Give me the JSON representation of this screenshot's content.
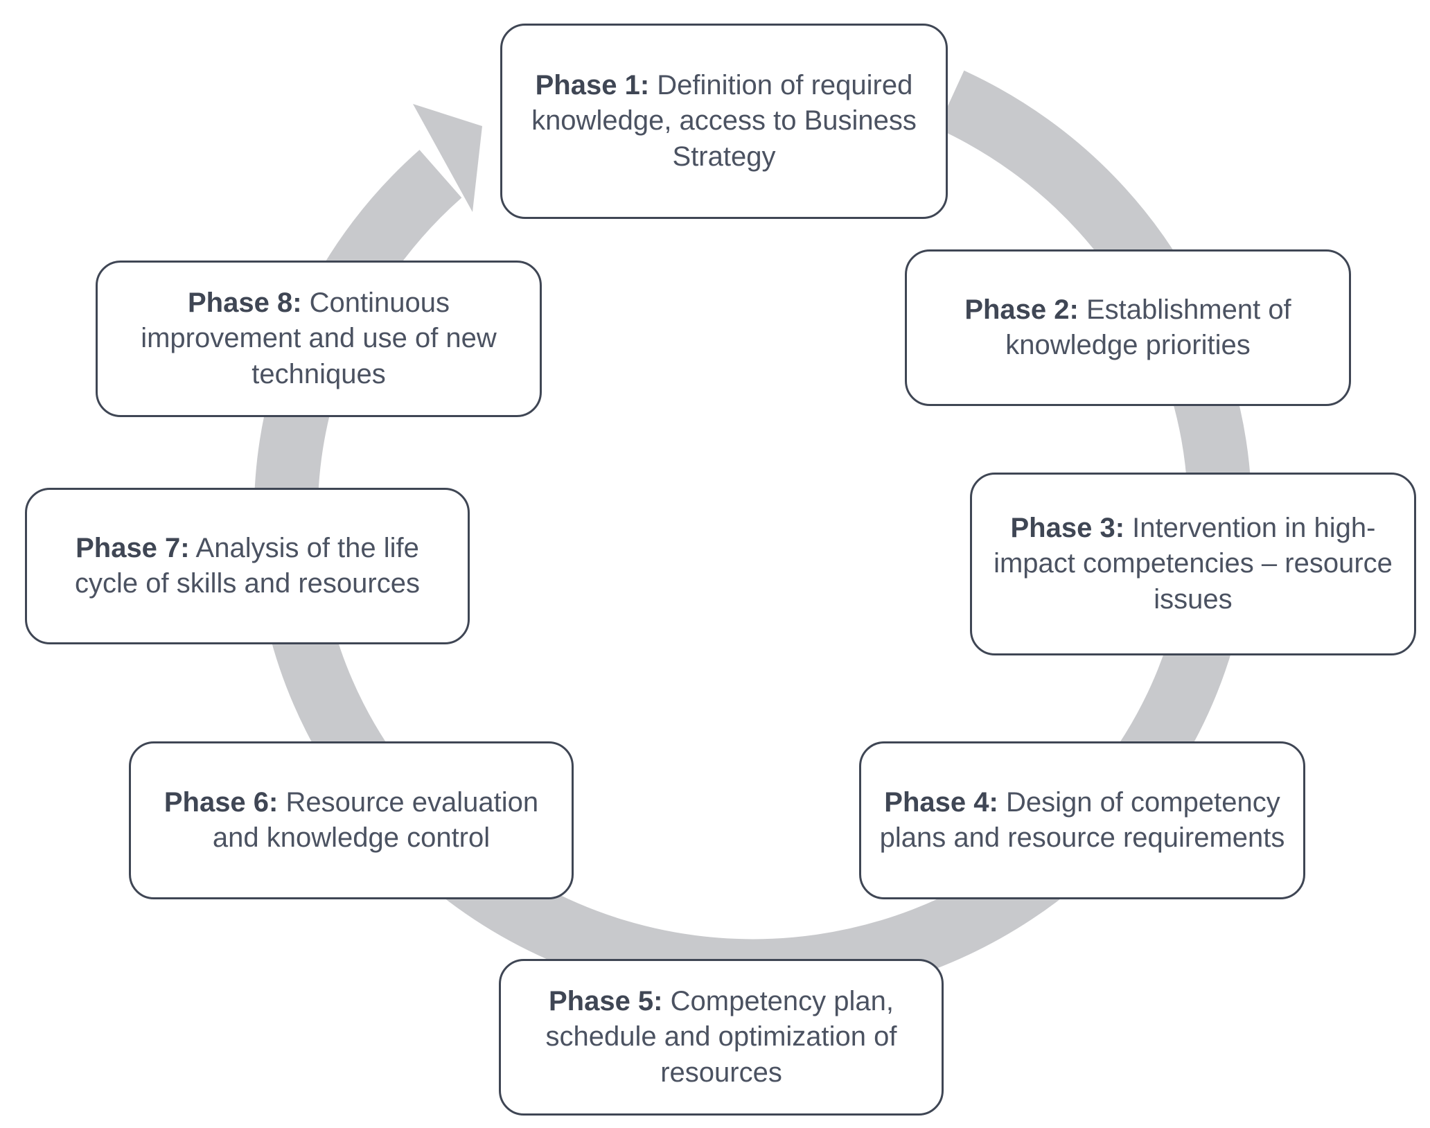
{
  "diagram": {
    "ring_color": "#c8c9cc",
    "border_color": "#3f4654",
    "text_color": "#4b5261",
    "phases": [
      {
        "id": "phase-1",
        "label": "Phase 1:",
        "text": "Definition of required knowledge, access to Business Strategy"
      },
      {
        "id": "phase-2",
        "label": "Phase 2:",
        "text": "Establishment of knowledge priorities"
      },
      {
        "id": "phase-3",
        "label": "Phase 3:",
        "text": "Intervention in high-impact competencies – resource issues"
      },
      {
        "id": "phase-4",
        "label": "Phase 4:",
        "text": "Design of competency plans and resource requirements"
      },
      {
        "id": "phase-5",
        "label": "Phase 5:",
        "text": "Competency plan, schedule and optimization of resources"
      },
      {
        "id": "phase-6",
        "label": "Phase 6:",
        "text": "Resource evaluation and knowledge control"
      },
      {
        "id": "phase-7",
        "label": "Phase 7:",
        "text": "Analysis of the life cycle of skills and resources"
      },
      {
        "id": "phase-8",
        "label": "Phase 8:",
        "text": "Continuous improvement and use of new techniques"
      }
    ]
  }
}
